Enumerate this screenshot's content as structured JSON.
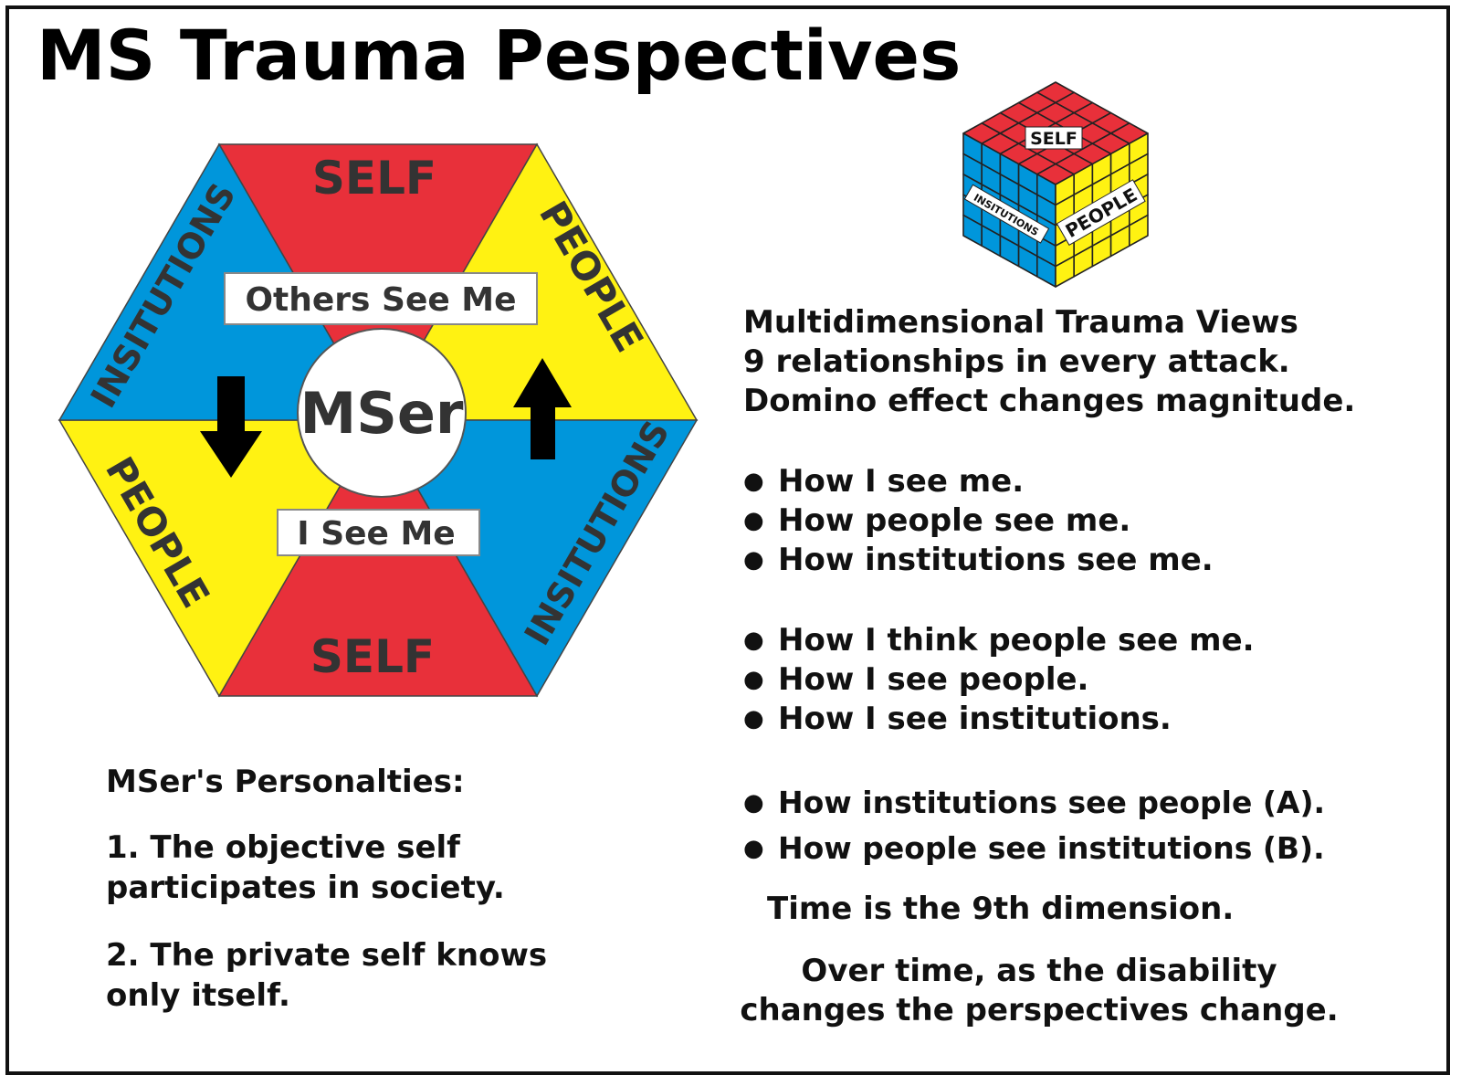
{
  "title": "MS Trauma Pespectives",
  "hexagon": {
    "center_label": "MSer",
    "top_box": "Others See Me",
    "bottom_box": "I See Me",
    "segments": {
      "top": "SELF",
      "bottom": "SELF",
      "upper_left": "INSITUTIONS",
      "upper_right": "PEOPLE",
      "lower_left": "PEOPLE",
      "lower_right": "INSITUTIONS"
    },
    "arrows": {
      "left": "down-arrow-icon",
      "right": "up-arrow-icon"
    }
  },
  "cube": {
    "top_label": "SELF",
    "left_label": "INSITUTIONS",
    "right_label": "PEOPLE"
  },
  "colors": {
    "red": "#e8303a",
    "yellow": "#fff212",
    "blue": "#0096db",
    "text_dark": "#333333"
  },
  "right_text": {
    "heading_lines": [
      "Multidimensional Trauma Views",
      "9 relationships in every attack.",
      "Domino effect changes magnitude."
    ],
    "group1": [
      "How I see me.",
      "How people  see me.",
      "How institutions see me."
    ],
    "group2": [
      "How I think people see me.",
      "How I see people.",
      "How I see institutions."
    ],
    "group3": [
      "How institutions see people (A).",
      "How people see institutions (B)."
    ],
    "time_line": "Time is the 9th dimension.",
    "closing_lines": [
      "Over time, as the disability",
      "changes the perspectives change."
    ]
  },
  "left_text": {
    "heading": "MSer's Personalties:",
    "item1_lines": [
      "1. The objective self",
      "participates in society."
    ],
    "item2_lines": [
      "2. The private self knows",
      "only itself."
    ]
  }
}
